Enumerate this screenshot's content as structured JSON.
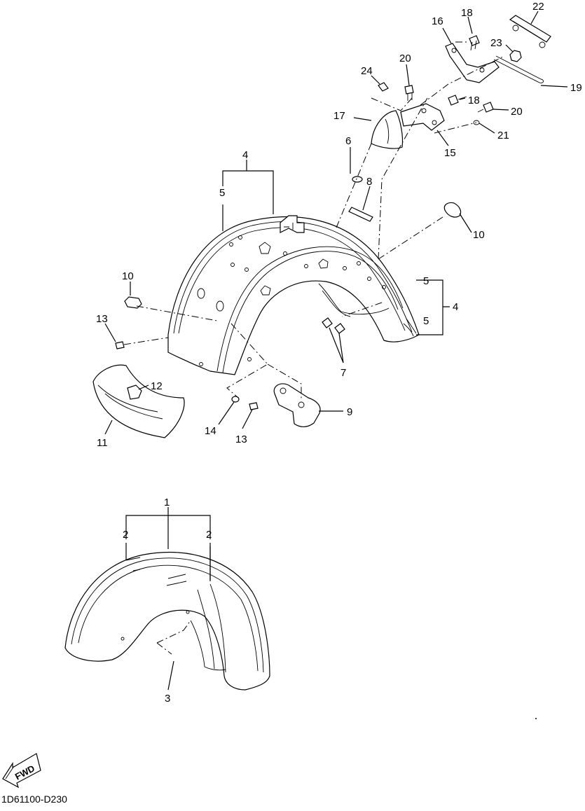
{
  "diagram": {
    "document_code": "1D61100-D230",
    "direction_label": "FWD",
    "callouts": {
      "c1": "1",
      "c2a": "2",
      "c2b": "2",
      "c3": "3",
      "c4a": "4",
      "c4b": "4",
      "c5a": "5",
      "c5b": "5",
      "c5c": "5",
      "c6": "6",
      "c7": "7",
      "c8": "8",
      "c9": "9",
      "c10a": "10",
      "c10b": "10",
      "c11": "11",
      "c12": "12",
      "c13a": "13",
      "c13b": "13",
      "c14": "14",
      "c15": "15",
      "c16": "16",
      "c17": "17",
      "c18a": "18",
      "c18b": "18",
      "c19": "19",
      "c20a": "20",
      "c20b": "20",
      "c21": "21",
      "c22": "22",
      "c23": "23",
      "c24": "24"
    }
  }
}
